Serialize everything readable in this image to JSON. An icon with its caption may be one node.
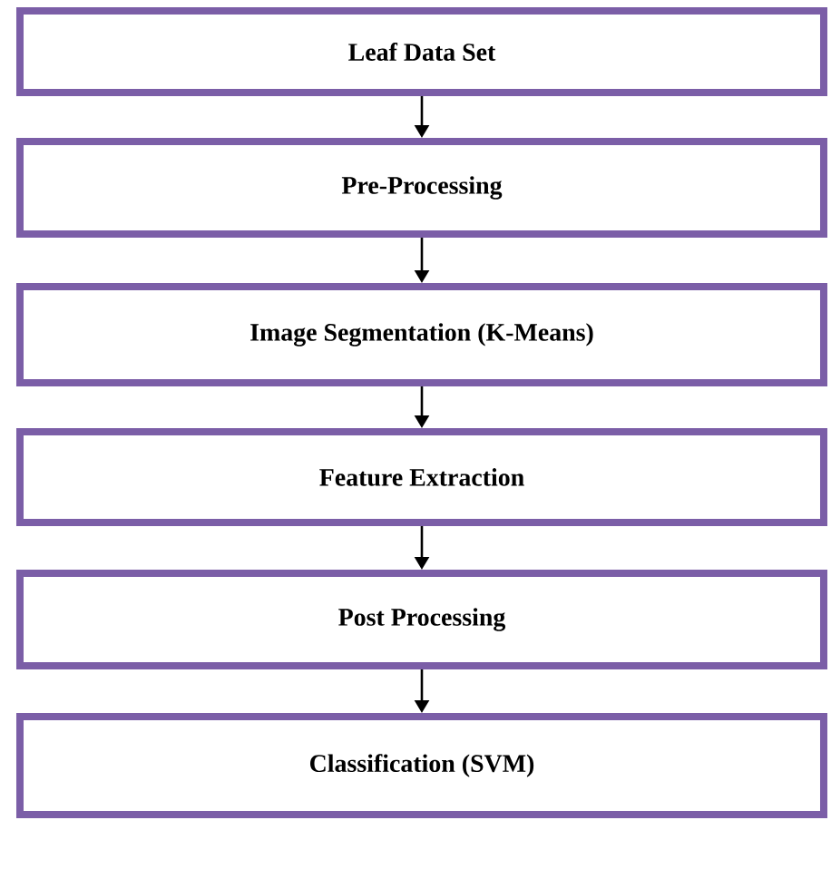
{
  "diagram": {
    "nodes": [
      {
        "text": [
          "Leaf Data Set"
        ]
      },
      {
        "text": [
          "Pre-Processing"
        ]
      },
      {
        "text": [
          "Image Segmentation (K-Means)"
        ]
      },
      {
        "text": [
          "Feature Extraction"
        ]
      },
      {
        "text": [
          "Post Processing"
        ]
      },
      {
        "text": [
          "Classification (SVM)"
        ]
      }
    ],
    "edges": [
      {
        "from": 0,
        "to": 1,
        "arrow": "to"
      },
      {
        "from": 1,
        "to": 2,
        "arrow": "to"
      },
      {
        "from": 2,
        "to": 3,
        "arrow": "to"
      },
      {
        "from": 3,
        "to": 4,
        "arrow": "to"
      },
      {
        "from": 4,
        "to": 5,
        "arrow": "to"
      }
    ]
  }
}
